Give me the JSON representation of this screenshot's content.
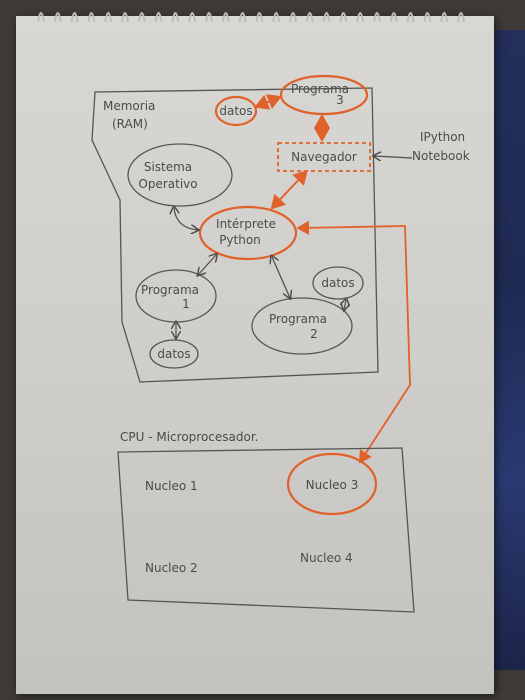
{
  "memory": {
    "title": "Memoria",
    "subtitle": "(RAM)"
  },
  "nodes": {
    "datos_top": "datos",
    "programa3_line1": "Programa",
    "programa3_line2": "3",
    "navegador": "Navegador",
    "ipython_line1": "IPython",
    "ipython_line2": "Notebook",
    "sistema_line1": "Sistema",
    "sistema_line2": "Operativo",
    "interprete_line1": "Intérprete",
    "interprete_line2": "Python",
    "programa1_line1": "Programa",
    "programa1_line2": "1",
    "datos_bottom_left": "datos",
    "datos_right": "datos",
    "programa2_line1": "Programa",
    "programa2_line2": "2"
  },
  "cpu": {
    "title": "CPU - Microprocesador.",
    "cores": [
      "Nucleo 1",
      "Nucleo 3",
      "Nucleo 2",
      "Nucleo 4"
    ]
  },
  "colors": {
    "pencil": "#4b4b4b",
    "highlight": "#e0612a",
    "paper": "#d3d1cd"
  }
}
